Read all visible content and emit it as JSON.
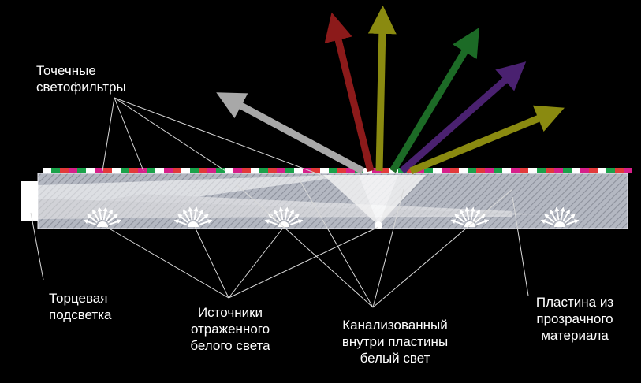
{
  "labels": {
    "point_filters": [
      "Точечные",
      "светофильтры"
    ],
    "edge_lighting": [
      "Торцевая",
      "подсветка"
    ],
    "reflected_sources": [
      "Источники",
      "отраженного",
      "белого света"
    ],
    "channeled_light": [
      "Канализованный",
      "внутри пластины",
      "белый свет"
    ],
    "transparent_plate": [
      "Пластина из",
      "прозрачного",
      "материала"
    ]
  },
  "colors": {
    "background": "#000000",
    "plate_fill": "#aeb2bc",
    "arrow_red": "#8c1a1a",
    "arrow_olive": "#8a8a10",
    "arrow_green": "#1c6b26",
    "arrow_purple": "#4a2170",
    "arrow_white": "#a8a8a8"
  },
  "filter_palette": [
    "#ffffff",
    "#111111",
    "#d6208a",
    "#7a3f9a",
    "#1aa24a",
    "#d8d020",
    "#e23a3a",
    "#3a5fd0"
  ]
}
